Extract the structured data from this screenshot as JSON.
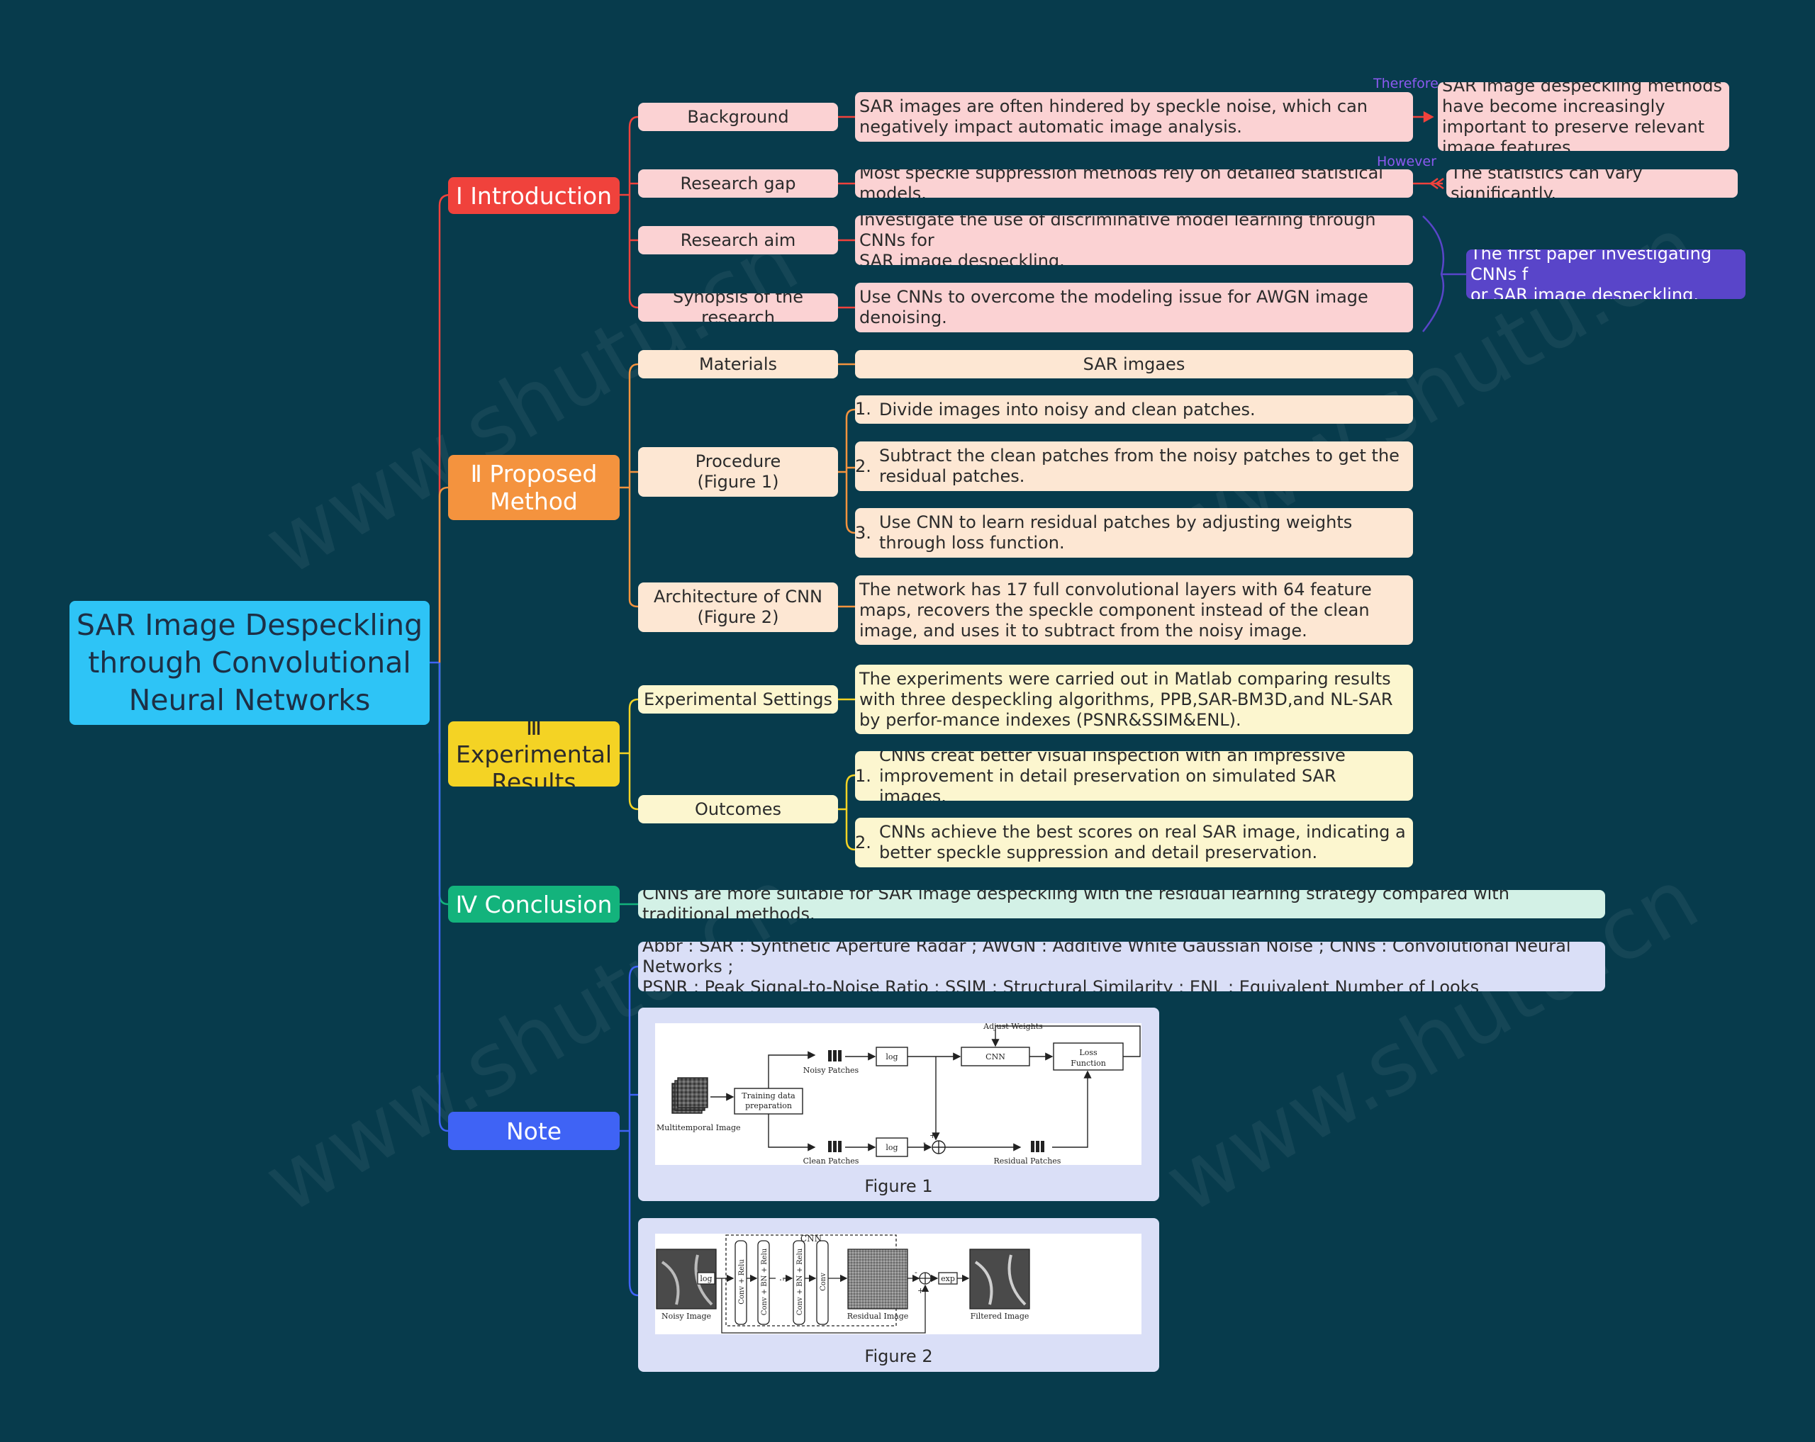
{
  "title": "SAR Image Despeckling through Convolutional Neural Networks",
  "watermark": "www.shutu.cn",
  "colors": {
    "background": "#073b4c",
    "root": "#2ec4f6",
    "introduction": "#f0423c",
    "proposed_method": "#f4933e",
    "experimental_results": "#f4d324",
    "conclusion": "#13b37c",
    "note": "#3f63f5",
    "annotation": "#5945c9"
  },
  "introduction": {
    "label": "Ⅰ Introduction",
    "background": {
      "label": "Background",
      "text": "SAR images are often hindered by speckle noise, which can negatively impact automatic image analysis.",
      "relation": "Therefore",
      "result": "SAR image despeckling methods have become increasingly important to preserve relevant image features."
    },
    "research_gap": {
      "label": "Research gap",
      "text": "Most speckle suppression methods rely on detailed statistical models.",
      "relation": "However",
      "result": "The statistics can vary significantly."
    },
    "research_aim": {
      "label": "Research aim",
      "text": "Investigate the use of discriminative model learning through CNNs for\n SAR image despeckling."
    },
    "synopsis": {
      "label": "Synopsis of the research",
      "text": "Use CNNs to overcome the modeling issue for AWGN image denoising."
    },
    "summary": "The first paper investigating CNNs f\nor SAR image despeckling."
  },
  "proposed_method": {
    "label": "Ⅱ Proposed Method",
    "materials": {
      "label": "Materials",
      "text": "SAR imgaes"
    },
    "procedure": {
      "label": "Procedure\n(Figure 1)",
      "steps": [
        {
          "num": "1.",
          "text": "Divide images into noisy and clean patches."
        },
        {
          "num": "2.",
          "text": "Subtract the clean patches from the noisy patches to get the residual patches."
        },
        {
          "num": "3.",
          "text": "Use CNN to learn residual patches by adjusting weights through loss function."
        }
      ]
    },
    "architecture": {
      "label": "Architecture of CNN\n(Figure 2)",
      "text": "The network has 17 full convolutional layers with 64 feature maps, recovers the speckle component instead of the clean image, and uses it to subtract from the noisy image."
    }
  },
  "experimental_results": {
    "label": "Ⅲ Experimental Results",
    "settings": {
      "label": "Experimental  Settings",
      "text": "The  experiments were carried out in Matlab comparing results with three despeckling algorithms, PPB,SAR-BM3D,and NL-SAR by perfor-mance indexes (PSNR&SSIM&ENL)."
    },
    "outcomes": {
      "label": "Outcomes",
      "items": [
        {
          "num": "1.",
          "text": "CNNs creat better visual inspection  with an impressive improvement in detail preservation on simulated SAR images."
        },
        {
          "num": "2.",
          "text": "CNNs achieve the best scores on real SAR image, indicating a better  speckle suppression  and detail preservation."
        }
      ]
    }
  },
  "conclusion": {
    "label": "Ⅳ Conclusion",
    "text": "CNNs are more suitable for SAR image despeckling with the residual learning strategy compared with traditional methods."
  },
  "note": {
    "label": "Note",
    "abbr": "Abbr :  SAR : Synthetic Aperture Radar ; AWGN : Additive White Gaussian Noise ; CNNs : Convolutional Neural Networks ;\nPSNR :  Peak Signal-to-Noise Ratio ; SSIM :  Structural Similarity ; ENL :  Equivalent Number of Looks",
    "figure1": {
      "caption": "Figure 1",
      "adjust_weights": "Adjust Weights",
      "loss": "Loss",
      "function": "Function",
      "cnn": "CNN",
      "log": "log",
      "noisy_patches": "Noisy Patches",
      "clean_patches": "Clean Patches",
      "residual_patches": "Residual Patches",
      "training_data": "Training data",
      "preparation": "preparation",
      "multitemporal_image": "Multitemporal Image",
      "plus": "+",
      "minus": "-"
    },
    "figure2": {
      "caption": "Figure 2",
      "cnn": "CNN",
      "log": "log",
      "exp": "exp",
      "noisy_image": "Noisy Image",
      "residual_image": "Residual Image",
      "filtered_image": "Filtered Image",
      "conv_relu": "Conv + Relu",
      "conv_bn_relu": "Conv + BN + Relu",
      "conv": "Conv",
      "minus": "-",
      "plus": "+"
    }
  }
}
